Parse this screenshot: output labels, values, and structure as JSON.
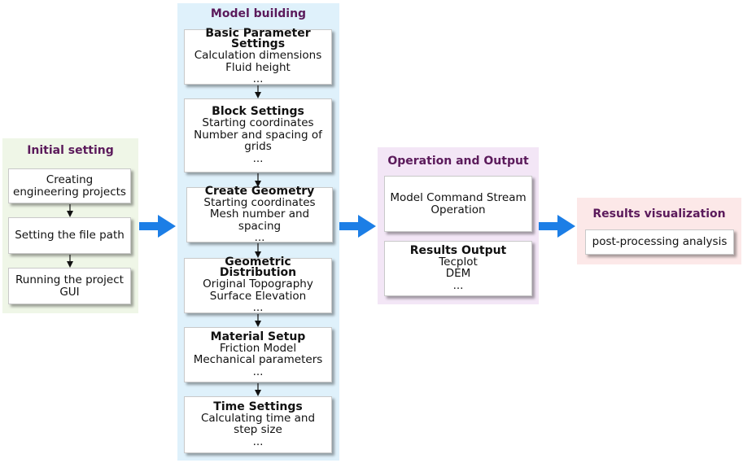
{
  "initial_setting": {
    "title": "Initial setting",
    "steps": [
      "Creating engineering projects",
      "Setting the file path",
      "Running the project GUI"
    ]
  },
  "model_building": {
    "title": "Model building",
    "steps": [
      {
        "title": "Basic Parameter Settings",
        "lines": [
          "Calculation dimensions",
          "Fluid height",
          "..."
        ]
      },
      {
        "title": "Block Settings",
        "lines": [
          "Starting coordinates",
          "Number and spacing of grids",
          "..."
        ]
      },
      {
        "title": "Create Geometry",
        "lines": [
          "Starting coordinates",
          "Mesh number and spacing",
          "..."
        ]
      },
      {
        "title": "Geometric Distribution",
        "lines": [
          "Original Topography",
          "Surface Elevation",
          "..."
        ]
      },
      {
        "title": "Material Setup",
        "lines": [
          "Friction Model",
          "Mechanical parameters",
          "..."
        ]
      },
      {
        "title": "Time Settings",
        "lines": [
          "Calculating time and step size",
          "..."
        ]
      }
    ]
  },
  "operation_output": {
    "title": "Operation and Output",
    "steps": [
      {
        "title": "",
        "lines": [
          "Model Command Stream Operation"
        ]
      },
      {
        "title": "Results Output",
        "lines": [
          "Tecplot",
          "DEM",
          "..."
        ]
      }
    ]
  },
  "results_visualization": {
    "title": "Results visualization",
    "steps": [
      "post-processing analysis"
    ]
  },
  "colors": {
    "initial_panel": "#eff6e7",
    "model_panel": "#dff1fb",
    "operation_panel": "#f3e6f6",
    "results_panel": "#fce8e8",
    "title_text": "#5b1a5b",
    "big_arrow": "#1c7ee6"
  }
}
